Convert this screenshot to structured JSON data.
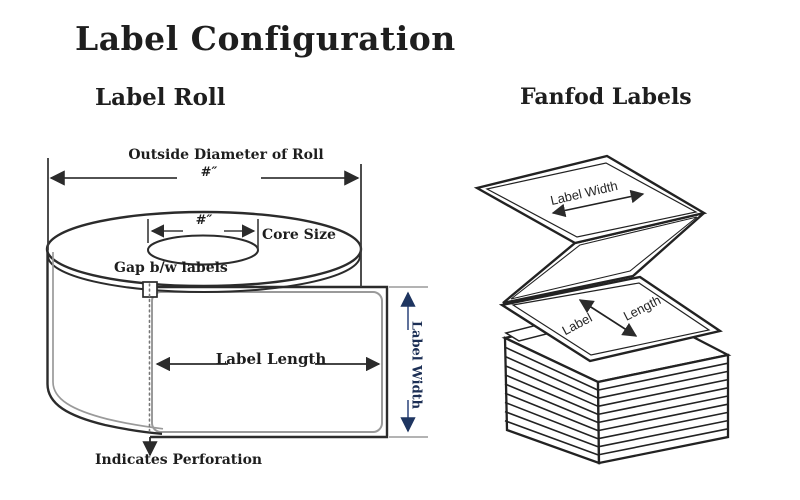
{
  "page_title": "Label Configuration",
  "sections": {
    "roll": {
      "heading": "Label Roll",
      "outside_diameter_label": "Outside Diameter of Roll",
      "outside_diameter_value": "#″",
      "core_size_value": "#″",
      "core_size_label": "Core Size",
      "gap_label": "Gap b/w labels",
      "label_length": "Label Length",
      "label_width": "Label Width",
      "perforation_note": "Indicates Perforation"
    },
    "fanfold": {
      "heading": "Fanfod Labels",
      "width_label": "Label Width",
      "length_word_1": "Label",
      "length_word_2": "Length"
    }
  },
  "colors": {
    "line": "#2b2b2b",
    "soft_line": "#9a9a9a",
    "accent_navy": "#1e3560",
    "background": "#ffffff"
  }
}
